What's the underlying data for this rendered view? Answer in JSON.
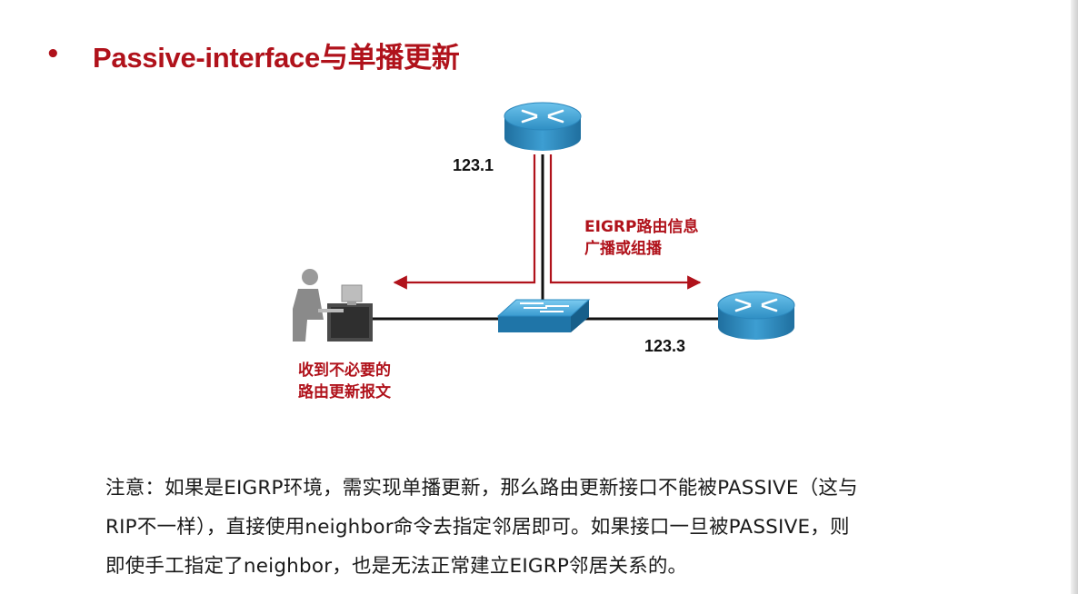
{
  "slide": {
    "bullet": "•",
    "title": "Passive-interface与单播更新"
  },
  "diagram": {
    "router_top_label": "123.1",
    "router_right_label": "123.3",
    "flood_label_line1": "EIGRP路由信息",
    "flood_label_line2": "广播或组播",
    "pc_label_line1": "收到不必要的",
    "pc_label_line2": "路由更新报文"
  },
  "note": {
    "line1": "注意：如果是EIGRP环境，需实现单播更新，那么路由更新接口不能被PASSIVE（这与",
    "line2": "RIP不一样），直接使用neighbor命令去指定邻居即可。如果接口一旦被PASSIVE，则",
    "line3": "即使手工指定了neighbor，也是无法正常建立EIGRP邻居关系的。"
  },
  "colors": {
    "accent_red": "#b0121b",
    "router_blue": "#3f9fd0",
    "link_black": "#111111"
  },
  "icons": {
    "router": "router-icon",
    "switch": "switch-icon",
    "pc_user": "pc-user-icon"
  }
}
